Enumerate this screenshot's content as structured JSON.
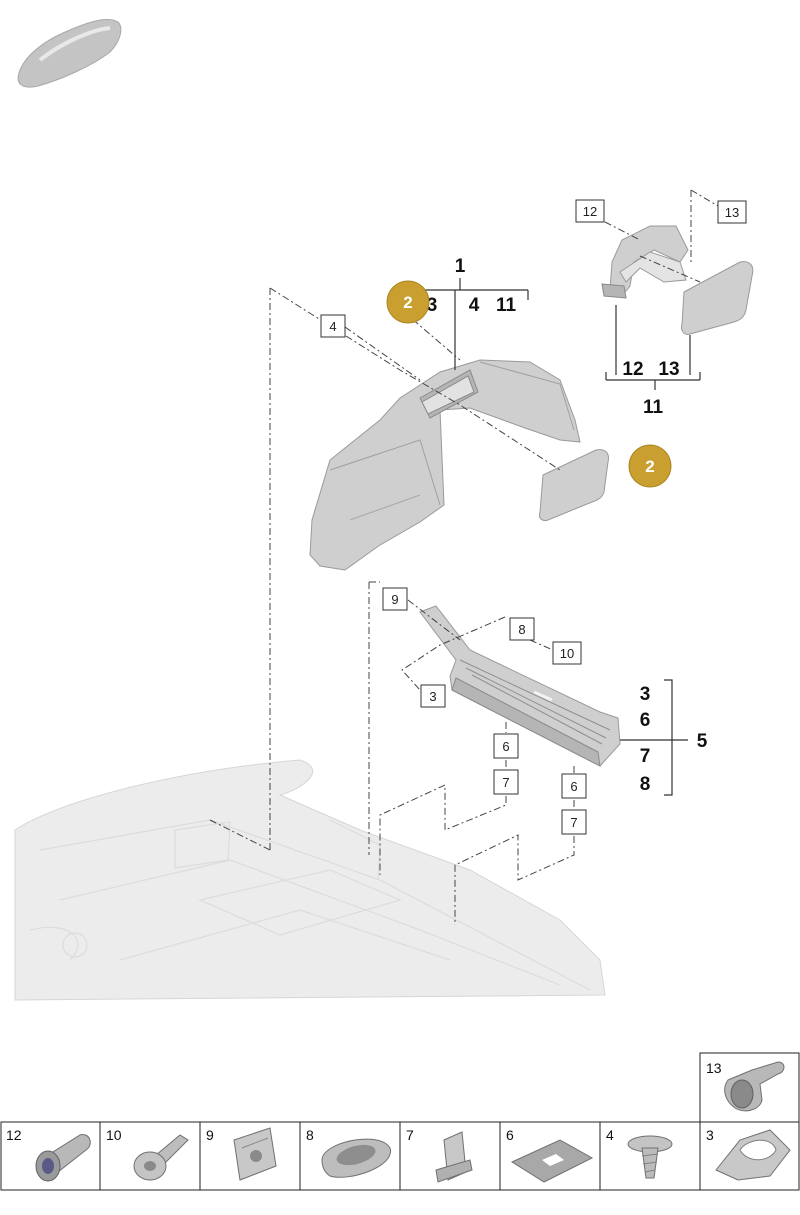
{
  "callouts": [
    {
      "id": "c12",
      "label": "12"
    },
    {
      "id": "c13",
      "label": "13"
    },
    {
      "id": "c4",
      "label": "4"
    },
    {
      "id": "c9",
      "label": "9"
    },
    {
      "id": "c8",
      "label": "8"
    },
    {
      "id": "c10",
      "label": "10"
    },
    {
      "id": "c3",
      "label": "3"
    },
    {
      "id": "c6a",
      "label": "6"
    },
    {
      "id": "c7a",
      "label": "7"
    },
    {
      "id": "c6b",
      "label": "6"
    },
    {
      "id": "c7b",
      "label": "7"
    }
  ],
  "group_main": {
    "title": "1",
    "members": [
      "3",
      "4",
      "11"
    ]
  },
  "group_cover": {
    "members": [
      "12",
      "13"
    ],
    "title": "11"
  },
  "group_trim": {
    "members": [
      "3",
      "6",
      "7",
      "8"
    ],
    "title": "5"
  },
  "badges": [
    {
      "id": "b1",
      "label": "2",
      "color": "#c9a030"
    },
    {
      "id": "b2",
      "label": "2",
      "color": "#c9a030"
    }
  ],
  "legend_top": [
    {
      "label": "13",
      "part": "rivet-icon"
    }
  ],
  "legend": [
    {
      "label": "12",
      "part": "sleeve-nut-icon"
    },
    {
      "label": "10",
      "part": "push-rivet-icon"
    },
    {
      "label": "9",
      "part": "clip-nut-icon"
    },
    {
      "label": "8",
      "part": "grommet-icon"
    },
    {
      "label": "7",
      "part": "spring-clip-icon"
    },
    {
      "label": "6",
      "part": "foam-pad-icon"
    },
    {
      "label": "4",
      "part": "screw-icon"
    },
    {
      "label": "3",
      "part": "fastener-clip-icon"
    }
  ]
}
